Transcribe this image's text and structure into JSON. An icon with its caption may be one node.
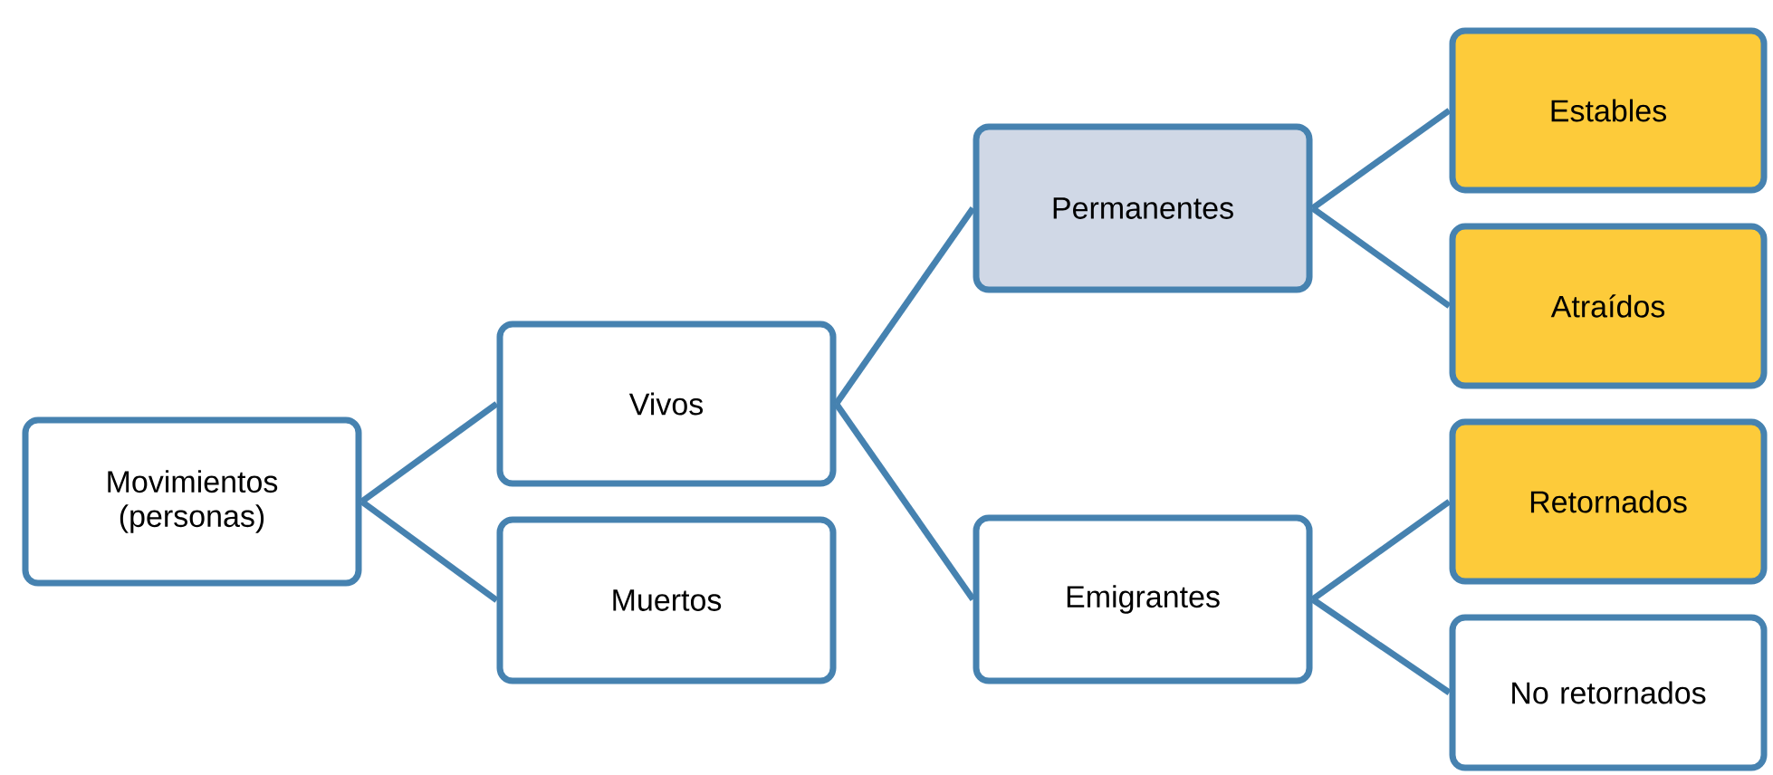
{
  "diagram": {
    "nodes": [
      {
        "text": [
          "Movimientos (personas)"
        ]
      },
      {
        "text": [
          "Vivos"
        ]
      },
      {
        "text": [
          "Muertos"
        ]
      },
      {
        "text": [
          "Permanentes"
        ]
      },
      {
        "text": [
          "Emigrantes"
        ]
      },
      {
        "text": [
          "Estables"
        ]
      },
      {
        "text": [
          "Atraídos"
        ]
      },
      {
        "text": [
          "Retornados"
        ]
      },
      {
        "text": [
          "No retornados"
        ]
      }
    ],
    "edges": [
      {
        "from": 0,
        "to": 1,
        "arrow": "none"
      },
      {
        "from": 0,
        "to": 2,
        "arrow": "none"
      },
      {
        "from": 1,
        "to": 3,
        "arrow": "none"
      },
      {
        "from": 1,
        "to": 4,
        "arrow": "none"
      },
      {
        "from": 3,
        "to": 5,
        "arrow": "none"
      },
      {
        "from": 3,
        "to": 6,
        "arrow": "none"
      },
      {
        "from": 4,
        "to": 7,
        "arrow": "none"
      },
      {
        "from": 4,
        "to": 8,
        "arrow": "none"
      }
    ]
  }
}
